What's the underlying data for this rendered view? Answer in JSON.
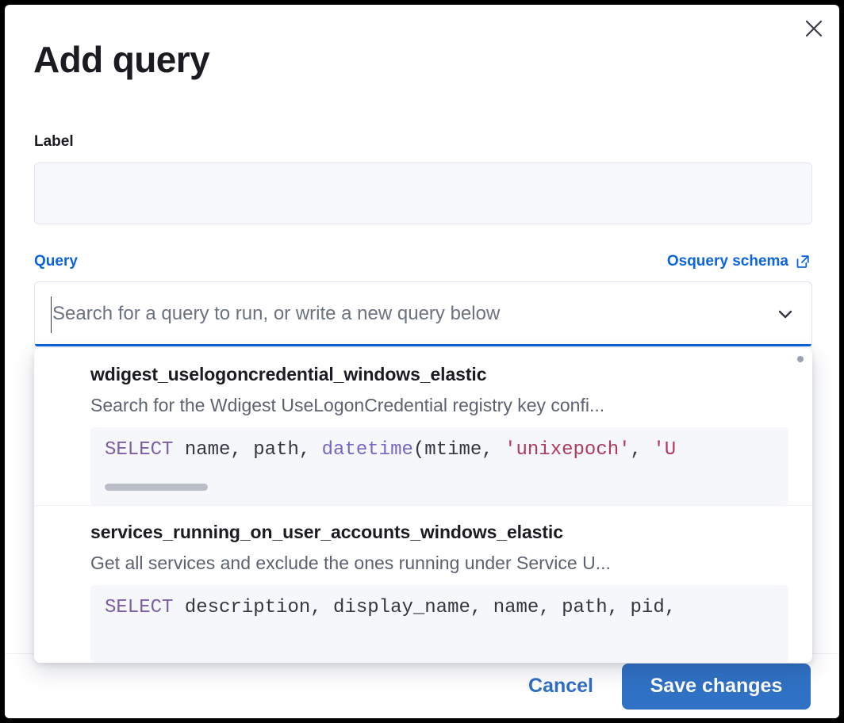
{
  "modal": {
    "title": "Add query",
    "close_icon": "close-icon"
  },
  "form": {
    "label_field": {
      "label": "Label",
      "value": "",
      "placeholder": ""
    },
    "query_field": {
      "label": "Query",
      "schema_link": "Osquery schema",
      "schema_link_icon": "external-link-icon",
      "placeholder": "Search for a query to run, or write a new query below",
      "value": "",
      "arrow_icon": "chevron-down-icon"
    }
  },
  "dropdown": {
    "options": [
      {
        "title": "wdigest_uselogoncredential_windows_elastic",
        "description": "Search for the Wdigest UseLogonCredential registry key confi...",
        "code_tokens": [
          {
            "t": "SELECT",
            "c": "kw"
          },
          {
            "t": " name, path, ",
            "c": "plain"
          },
          {
            "t": "datetime",
            "c": "fn"
          },
          {
            "t": "(mtime, ",
            "c": "plain"
          },
          {
            "t": "'unixepoch'",
            "c": "str"
          },
          {
            "t": ", ",
            "c": "plain"
          },
          {
            "t": "'U",
            "c": "str"
          }
        ],
        "has_scrollbar": true
      },
      {
        "title": "services_running_on_user_accounts_windows_elastic",
        "description": "Get all services and exclude the ones running under Service U...",
        "code_tokens": [
          {
            "t": "SELECT",
            "c": "kw"
          },
          {
            "t": " description, display_name, name, path, pid,",
            "c": "plain"
          }
        ],
        "has_scrollbar": false
      }
    ]
  },
  "footer": {
    "cancel_label": "Cancel",
    "save_label": "Save changes"
  },
  "colors": {
    "accent": "#0b64dd",
    "primary_button": "#2f71c4",
    "focus_underline": "#0b64dd",
    "sql_keyword": "#7c5fa8",
    "sql_function": "#7767c4",
    "sql_string": "#b13a5c",
    "code_background": "#f6f7fb",
    "input_background": "#f7f8fc"
  }
}
